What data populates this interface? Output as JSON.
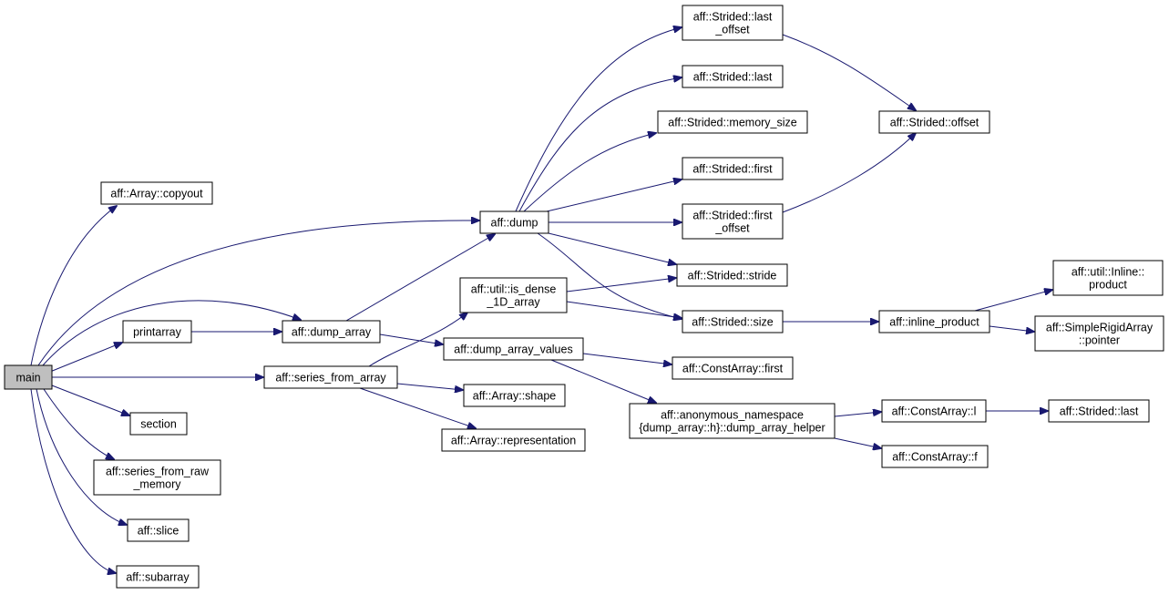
{
  "graph": {
    "edge_color": "#191970",
    "root_fill": "#bfbfbf",
    "nodes": [
      {
        "id": "main",
        "lines": [
          "main"
        ],
        "root": true
      },
      {
        "id": "copyout",
        "lines": [
          "aff::Array::copyout"
        ]
      },
      {
        "id": "dump",
        "lines": [
          "aff::dump"
        ]
      },
      {
        "id": "dump_array",
        "lines": [
          "aff::dump_array"
        ]
      },
      {
        "id": "printarray",
        "lines": [
          "printarray"
        ]
      },
      {
        "id": "series_from_array",
        "lines": [
          "aff::series_from_array"
        ]
      },
      {
        "id": "section",
        "lines": [
          "section"
        ]
      },
      {
        "id": "series_from_raw_memory",
        "lines": [
          "aff::series_from_raw",
          "_memory"
        ]
      },
      {
        "id": "slice",
        "lines": [
          "aff::slice"
        ]
      },
      {
        "id": "subarray",
        "lines": [
          "aff::subarray"
        ]
      },
      {
        "id": "is_dense_1D_array",
        "lines": [
          "aff::util::is_dense",
          "_1D_array"
        ]
      },
      {
        "id": "dump_array_values",
        "lines": [
          "aff::dump_array_values"
        ]
      },
      {
        "id": "array_shape",
        "lines": [
          "aff::Array::shape"
        ]
      },
      {
        "id": "array_representation",
        "lines": [
          "aff::Array::representation"
        ]
      },
      {
        "id": "strided_last_offset",
        "lines": [
          "aff::Strided::last",
          "_offset"
        ]
      },
      {
        "id": "strided_last_a",
        "lines": [
          "aff::Strided::last"
        ]
      },
      {
        "id": "strided_memory_size",
        "lines": [
          "aff::Strided::memory_size"
        ]
      },
      {
        "id": "strided_first",
        "lines": [
          "aff::Strided::first"
        ]
      },
      {
        "id": "strided_first_offset",
        "lines": [
          "aff::Strided::first",
          "_offset"
        ]
      },
      {
        "id": "strided_stride",
        "lines": [
          "aff::Strided::stride"
        ]
      },
      {
        "id": "strided_size",
        "lines": [
          "aff::Strided::size"
        ]
      },
      {
        "id": "constarray_first",
        "lines": [
          "aff::ConstArray::first"
        ]
      },
      {
        "id": "dump_array_helper",
        "lines": [
          "aff::anonymous_namespace",
          "{dump_array::h}::dump_array_helper"
        ]
      },
      {
        "id": "strided_offset",
        "lines": [
          "aff::Strided::offset"
        ]
      },
      {
        "id": "inline_product",
        "lines": [
          "aff::inline_product"
        ]
      },
      {
        "id": "util_inline_product",
        "lines": [
          "aff::util::Inline::",
          "product"
        ]
      },
      {
        "id": "simplerigidarray_pointer",
        "lines": [
          "aff::SimpleRigidArray",
          "::pointer"
        ]
      },
      {
        "id": "constarray_l",
        "lines": [
          "aff::ConstArray::l"
        ]
      },
      {
        "id": "constarray_f",
        "lines": [
          "aff::ConstArray::f"
        ]
      },
      {
        "id": "strided_last_b",
        "lines": [
          "aff::Strided::last"
        ]
      }
    ]
  }
}
